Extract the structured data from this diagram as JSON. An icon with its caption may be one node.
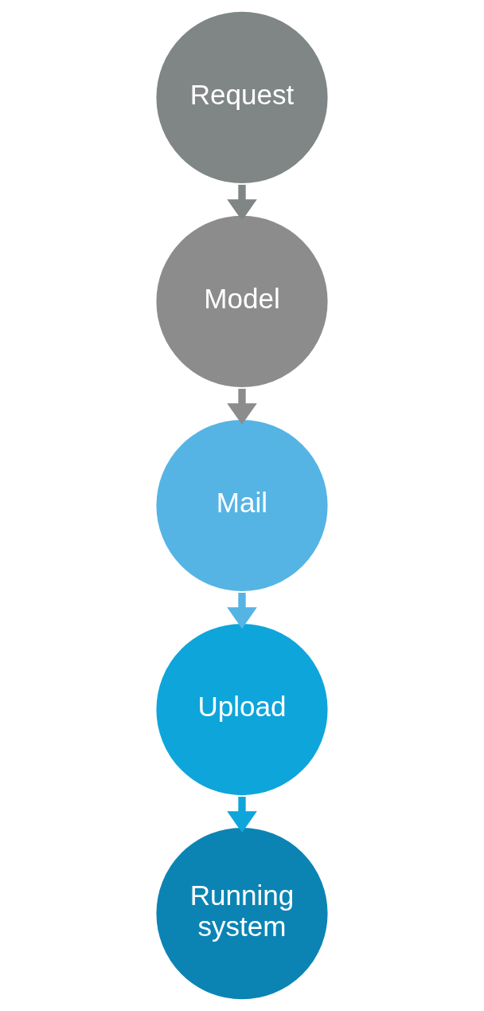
{
  "diagram": {
    "nodes": [
      {
        "text": [
          "Request"
        ]
      },
      {
        "text": [
          "Model"
        ]
      },
      {
        "text": [
          "Mail"
        ]
      },
      {
        "text": [
          "Upload"
        ]
      },
      {
        "text": [
          "Running system"
        ]
      }
    ],
    "edges": [
      {
        "from": 0,
        "to": 1,
        "arrow": "to",
        "color": "#7f8685"
      },
      {
        "from": 1,
        "to": 2,
        "arrow": "to",
        "color": "#8c8c8c"
      },
      {
        "from": 2,
        "to": 3,
        "arrow": "to",
        "color": "#55b4e4"
      },
      {
        "from": 3,
        "to": 4,
        "arrow": "to",
        "color": "#0ea5db"
      }
    ]
  }
}
